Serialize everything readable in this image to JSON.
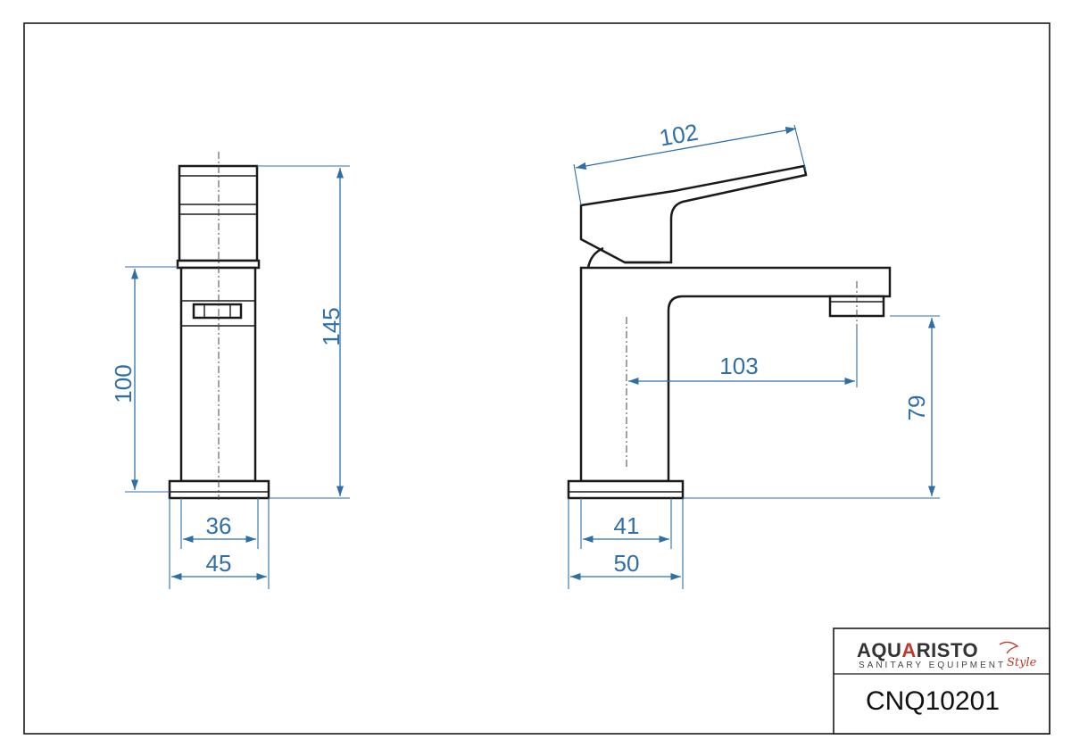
{
  "dimensions": {
    "front_overall_height": "145",
    "front_body_height": "100",
    "front_inner_width": "36",
    "front_outer_width": "45",
    "side_handle_length": "102",
    "side_spout_reach": "103",
    "side_spout_height": "79",
    "side_inner_width": "41",
    "side_outer_width": "50"
  },
  "title_block": {
    "brand_prefix": "AQU",
    "brand_accent": "A",
    "brand_suffix": "RISTO",
    "brand_tagline": "SANITARY EQUIPMENT",
    "brand_script": "Style",
    "product_code": "CNQ10201"
  },
  "colors": {
    "dimension": "#2f6fa8",
    "outline": "#1a1a1a",
    "brand_accent": "#c0392b"
  }
}
